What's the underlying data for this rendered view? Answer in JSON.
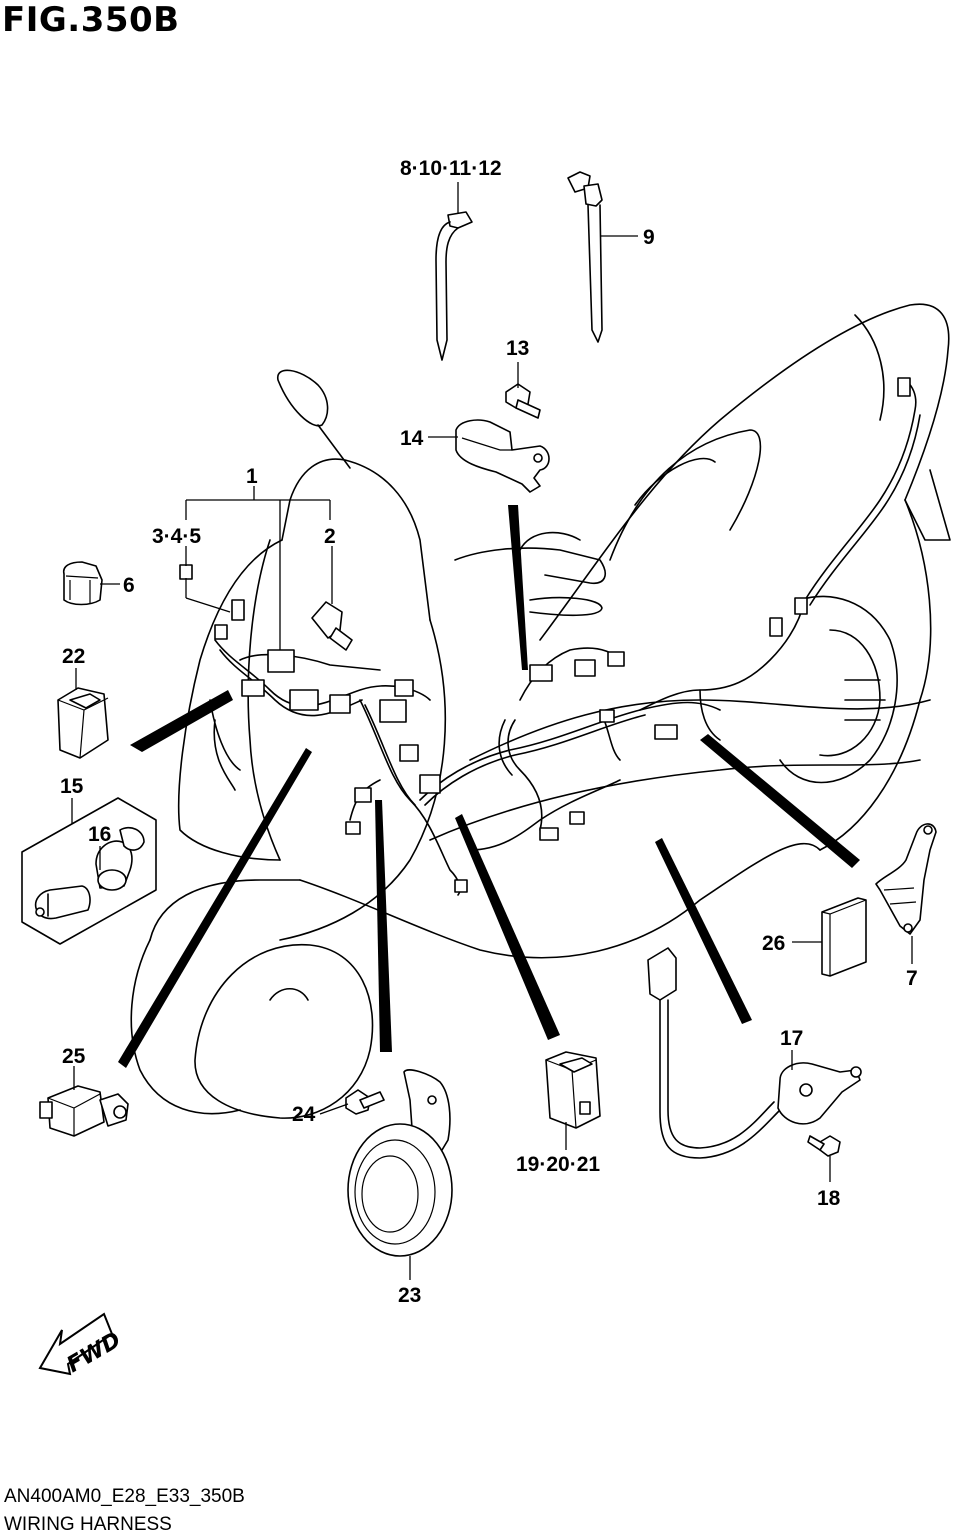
{
  "figure": {
    "title": "FIG.350B"
  },
  "footer": {
    "code": "AN400AM0_E28_E33_350B",
    "caption": "WIRING HARNESS"
  },
  "direction_arrow": {
    "text": "FWD"
  },
  "callouts": {
    "c1": "1",
    "c2": "2",
    "c3_4_5": "3·4·5",
    "c6": "6",
    "c7": "7",
    "c8_10_11_12": "8·10·11·12",
    "c9": "9",
    "c13": "13",
    "c14": "14",
    "c15": "15",
    "c16": "16",
    "c17": "17",
    "c18": "18",
    "c19_20_21": "19·20·21",
    "c22": "22",
    "c23": "23",
    "c24": "24",
    "c25": "25",
    "c26": "26"
  },
  "colors": {
    "ink": "#000000",
    "background": "#ffffff"
  }
}
